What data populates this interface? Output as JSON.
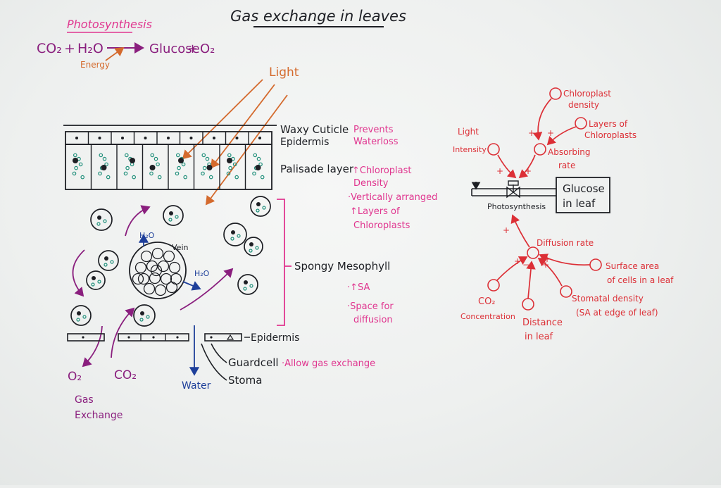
{
  "title": "Gas exchange in leaves",
  "photosynthesis": {
    "heading": "Photosynthesis",
    "reactant_1": "CO₂",
    "plus_1": "+",
    "reactant_2": "H₂O",
    "product_1": "Glucose",
    "plus_2": "+",
    "product_2": "O₂",
    "energy": "Energy"
  },
  "leaf": {
    "light": "Light",
    "waxy_cuticle": "Waxy Cuticle",
    "upper_epidermis": "Epidermis",
    "prevents": "Prevents",
    "waterloss": "Waterloss",
    "palisade": "Palisade layer",
    "pal_note_1": "↑Chloroplast",
    "pal_note_2": "Density",
    "pal_note_3": "·Vertically arranged",
    "pal_note_4": "↑Layers of",
    "pal_note_5": "Chloroplasts",
    "spongy": "Spongy Mesophyll",
    "sp_note_1": "·↑SA",
    "sp_note_2": "·Space for",
    "sp_note_3": "diffusion",
    "vein": "Vein",
    "h2o_1": "H₂O",
    "h2o_2": "H₂O",
    "lower_epidermis": "Epidermis",
    "guard_cell": "Guardcell",
    "gas_note": "·Allow gas exchange",
    "stoma": "Stoma",
    "water": "Water",
    "o2": "O₂",
    "co2": "CO₂",
    "gas_exchange_1": "Gas",
    "gas_exchange_2": "Exchange"
  },
  "loop": {
    "chloroplast_density_1": "Chloroplast",
    "chloroplast_density_2": "density",
    "layers_1": "Layers of",
    "layers_2": "Chloroplasts",
    "light_intensity_1": "Light",
    "light_intensity_2": "Intensity",
    "absorbing_1": "Absorbing",
    "absorbing_2": "rate",
    "photosynthesis": "Photosynthesis",
    "glucose_1": "Glucose",
    "glucose_2": "in leaf",
    "diffusion_rate": "Diffusion rate",
    "surface_area_1": "Surface area",
    "surface_area_2": "of cells in a leaf",
    "co2_1": "CO₂",
    "co2_2": "Concentration",
    "distance_1": "Distance",
    "distance_2": "in leaf",
    "stomatal_1": "Stomatal density",
    "stomatal_2": "(SA at edge of leaf)",
    "plus": "+",
    "minus": "−"
  }
}
